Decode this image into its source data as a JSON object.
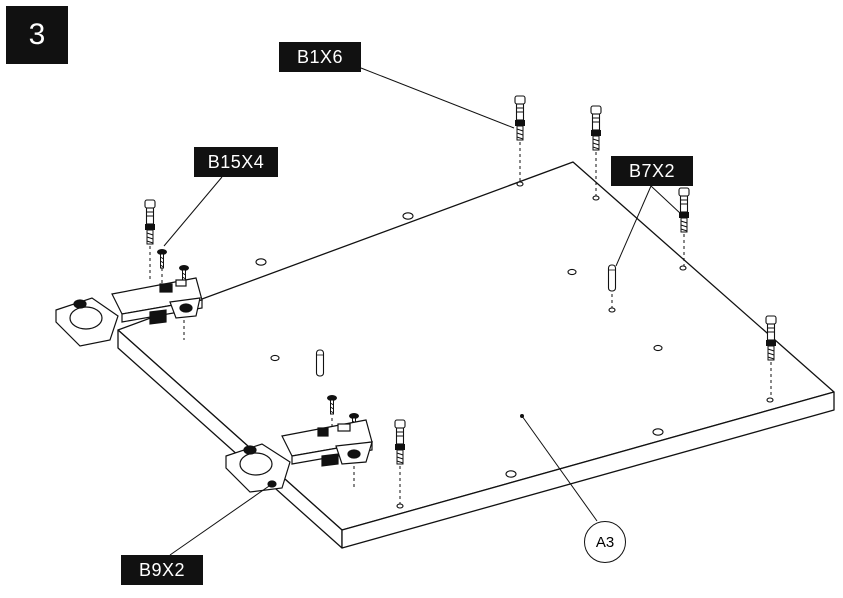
{
  "step": {
    "number": "3"
  },
  "callouts": {
    "b1x6": "B1X6",
    "b15x4": "B15X4",
    "b7x2": "B7X2",
    "b9x2": "B9X2"
  },
  "part": {
    "label": "A3"
  }
}
